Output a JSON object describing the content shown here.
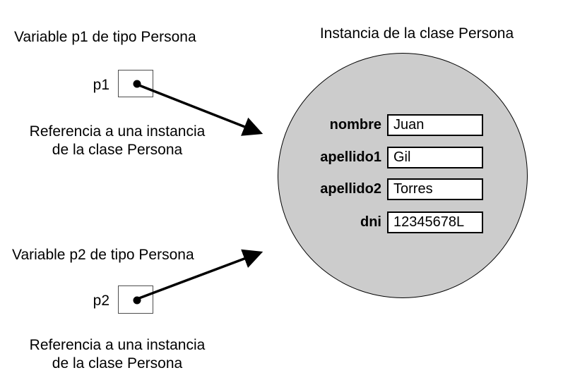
{
  "colors": {
    "background": "#ffffff",
    "circle_fill": "#cccccc",
    "outline": "#000000",
    "text": "#000000",
    "field_box_bg": "#ffffff"
  },
  "variable_p1": {
    "title": "Variable p1 de tipo Persona",
    "name": "p1",
    "caption_line1": "Referencia a una instancia",
    "caption_line2": "de la clase Persona"
  },
  "variable_p2": {
    "title": "Variable p2 de tipo Persona",
    "name": "p2",
    "caption_line1": "Referencia a una instancia",
    "caption_line2": "de la clase Persona"
  },
  "instance": {
    "title": "Instancia de la clase Persona",
    "fields": [
      {
        "label": "nombre",
        "value": "Juan"
      },
      {
        "label": "apellido1",
        "value": "Gil"
      },
      {
        "label": "apellido2",
        "value": "Torres"
      },
      {
        "label": "dni",
        "value": "12345678L"
      }
    ]
  }
}
